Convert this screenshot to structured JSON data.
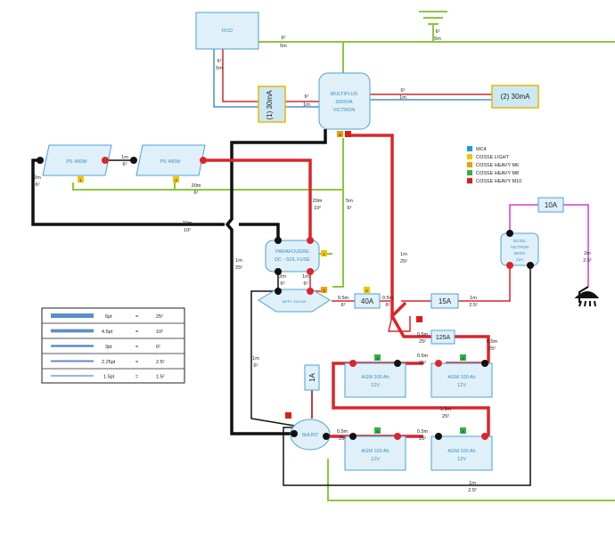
{
  "devices": {
    "rcd_top": "RCD",
    "multiplus": [
      "MULTIPLUS",
      "3000VA",
      "VICTRON"
    ],
    "rcd1": "(1) 30mA",
    "rcd2": "(2) 30mA",
    "ps1": "PS 490W",
    "ps2": "PS 490W",
    "parafoudre": [
      "PARAFOUDRE",
      "DC - SOL FUSE"
    ],
    "mppt": "MPPT 150/100",
    "dcdc": [
      "DC/DC",
      "VICTRON",
      "WATH",
      "12A"
    ],
    "shunt": "SHUNT",
    "bat1": [
      "AGM 100 Ah",
      "12V"
    ],
    "bat2": [
      "AGM 100 Ah",
      "12V"
    ],
    "bat3": [
      "AGM 100 Ah",
      "12V"
    ],
    "bat4": [
      "AGM 100 Ah",
      "12V"
    ]
  },
  "fuses": {
    "f40": "40A",
    "f15": "15A",
    "f125": "125A",
    "f10": "10A",
    "f1": "1A"
  },
  "legend": {
    "items": [
      {
        "label": "MC4",
        "color": "#1e9be0"
      },
      {
        "label": "COSSE LIGHT",
        "color": "#f2c400"
      },
      {
        "label": "COSSE HEAVY M6",
        "color": "#f0a000"
      },
      {
        "label": "COSSE HEAVY M8",
        "color": "#2db34a"
      },
      {
        "label": "COSSE HEAVY M10",
        "color": "#e01b1b"
      }
    ]
  },
  "section_table": {
    "rows": [
      {
        "pt": "6pt",
        "eq": "=",
        "mm": "25²"
      },
      {
        "pt": "4.5pt",
        "eq": "=",
        "mm": "10²"
      },
      {
        "pt": "3pt",
        "eq": "=",
        "mm": "6²"
      },
      {
        "pt": "2.25pt",
        "eq": "=",
        "mm": "2.5²"
      },
      {
        "pt": "1.5pt",
        "eq": "=",
        "mm": "1.5²"
      }
    ]
  },
  "markers": {
    "one": "1",
    "two": "2",
    "three": "3",
    "four": "4",
    "five": "5"
  },
  "labels": {
    "l_6_5m_top": "6²",
    "l_6_5m_top_b": "5m",
    "l_ground_6": "6²",
    "l_ground_5m": "5m",
    "l_rcd_6": "6²",
    "l_rcd_5m": "5m",
    "l_rcd1_6": "6²",
    "l_rcd1_1m": "1m",
    "l_rcd2_6": "6²",
    "l_rcd2_1m": "1m",
    "l_ps_1m": "1m",
    "l_ps_6": "6²",
    "l_ps_2m": "2m",
    "l_ps_6b": "6²",
    "l_ps_20m": "20m",
    "l_ps_6c": "6²",
    "l_pos_20m": "20m",
    "l_pos_10": "10²",
    "l_neg_20m": "20m",
    "l_neg_10": "10²",
    "l_5m": "5m",
    "l_5m_6": "6²",
    "l_1m_25": "1m",
    "l_1m_25b": "25²",
    "l_par_2m": "2m",
    "l_par_6": "6²",
    "l_par_1m": "1m",
    "l_par_6b": "6²",
    "l_mppt_05": "0.5m",
    "l_mppt_6": "6²",
    "l_40_05": "0.5m",
    "l_40_6": "6²",
    "l_mp_1m": "1m",
    "l_mp_25": "25²",
    "l_15_1m": "1m",
    "l_15_25": "2.5²",
    "l_dc_2m": "2m",
    "l_dc_25": "2.5²",
    "l_125_05": "0.5m",
    "l_125_25": "25²",
    "l_125r_05": "0.5m",
    "l_125r_25": "25²",
    "l_bat_05": "0.5m",
    "l_bat_25": "25²",
    "l_1m_6": "1m",
    "l_1m_6b": "6²",
    "l_mid_15": "1.5m",
    "l_mid_25": "25²",
    "l_sh_05": "0.5m",
    "l_sh_25": "25²",
    "l_b3_05": "0.5m",
    "l_b3_25": "25²",
    "l_bot_1m": "1m",
    "l_bot_25": "2.5²"
  }
}
